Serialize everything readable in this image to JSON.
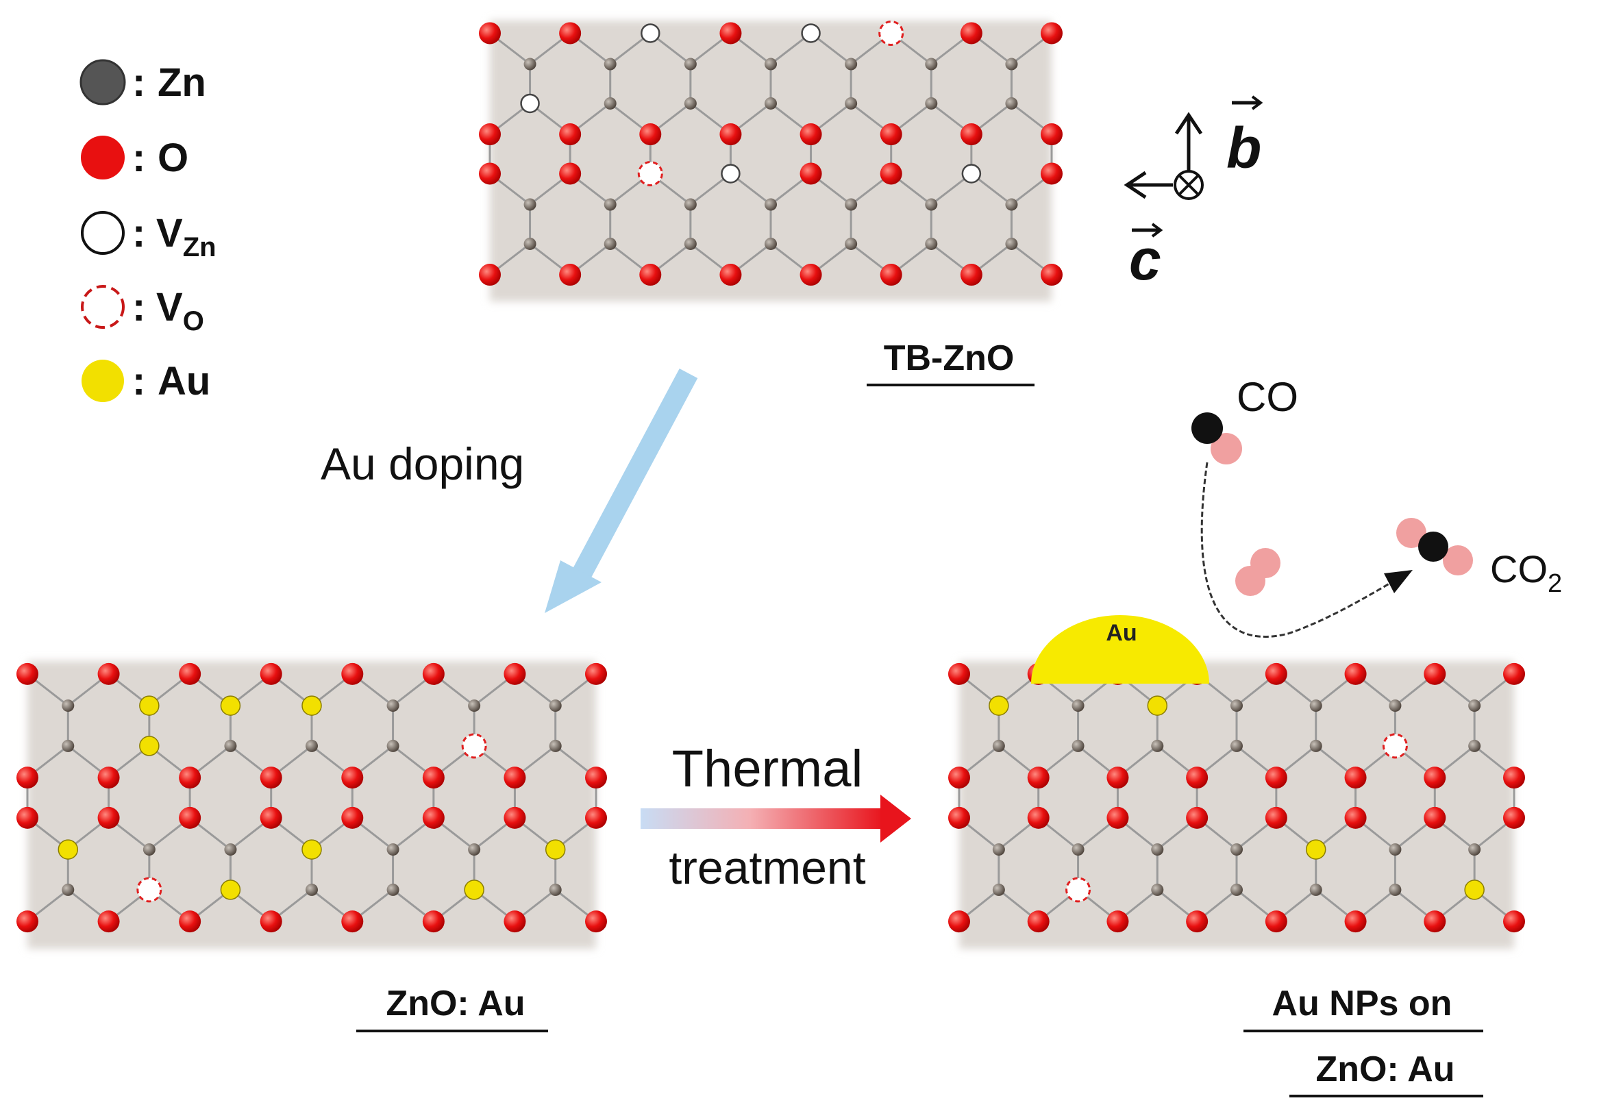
{
  "legend": [
    {
      "symbol": "zn",
      "label": "Zn",
      "sub": ""
    },
    {
      "symbol": "o",
      "label": "O",
      "sub": ""
    },
    {
      "symbol": "vzn",
      "label": "V",
      "sub": "Zn"
    },
    {
      "symbol": "vo",
      "label": "V",
      "sub": "O"
    },
    {
      "symbol": "au",
      "label": "Au",
      "sub": ""
    }
  ],
  "legend_sep": ":",
  "axes": {
    "b": "b",
    "c": "c"
  },
  "panels": {
    "top": {
      "caption": "TB-ZnO"
    },
    "left": {
      "caption": "ZnO: Au"
    },
    "right": {
      "caption_line1": "Au NPs on",
      "caption_line2": "ZnO: Au",
      "particle_label": "Au"
    }
  },
  "process": {
    "doping_label": "Au doping",
    "thermal_line1": "Thermal",
    "thermal_line2": "treatment"
  },
  "reaction": {
    "reactant": "CO",
    "product": "CO",
    "product_sub": "2"
  },
  "colors": {
    "zn": "#4a4a4a",
    "o": "#e81010",
    "au": "#f2e000",
    "vo_ring": "#e02020",
    "lattice_bg": "#ddd8d3",
    "bond": "#9a9a9a",
    "doping_arrow": "#a9d3ee",
    "thermal_arrow_end": "#e8141c",
    "o_light": "#f2a0a0"
  }
}
